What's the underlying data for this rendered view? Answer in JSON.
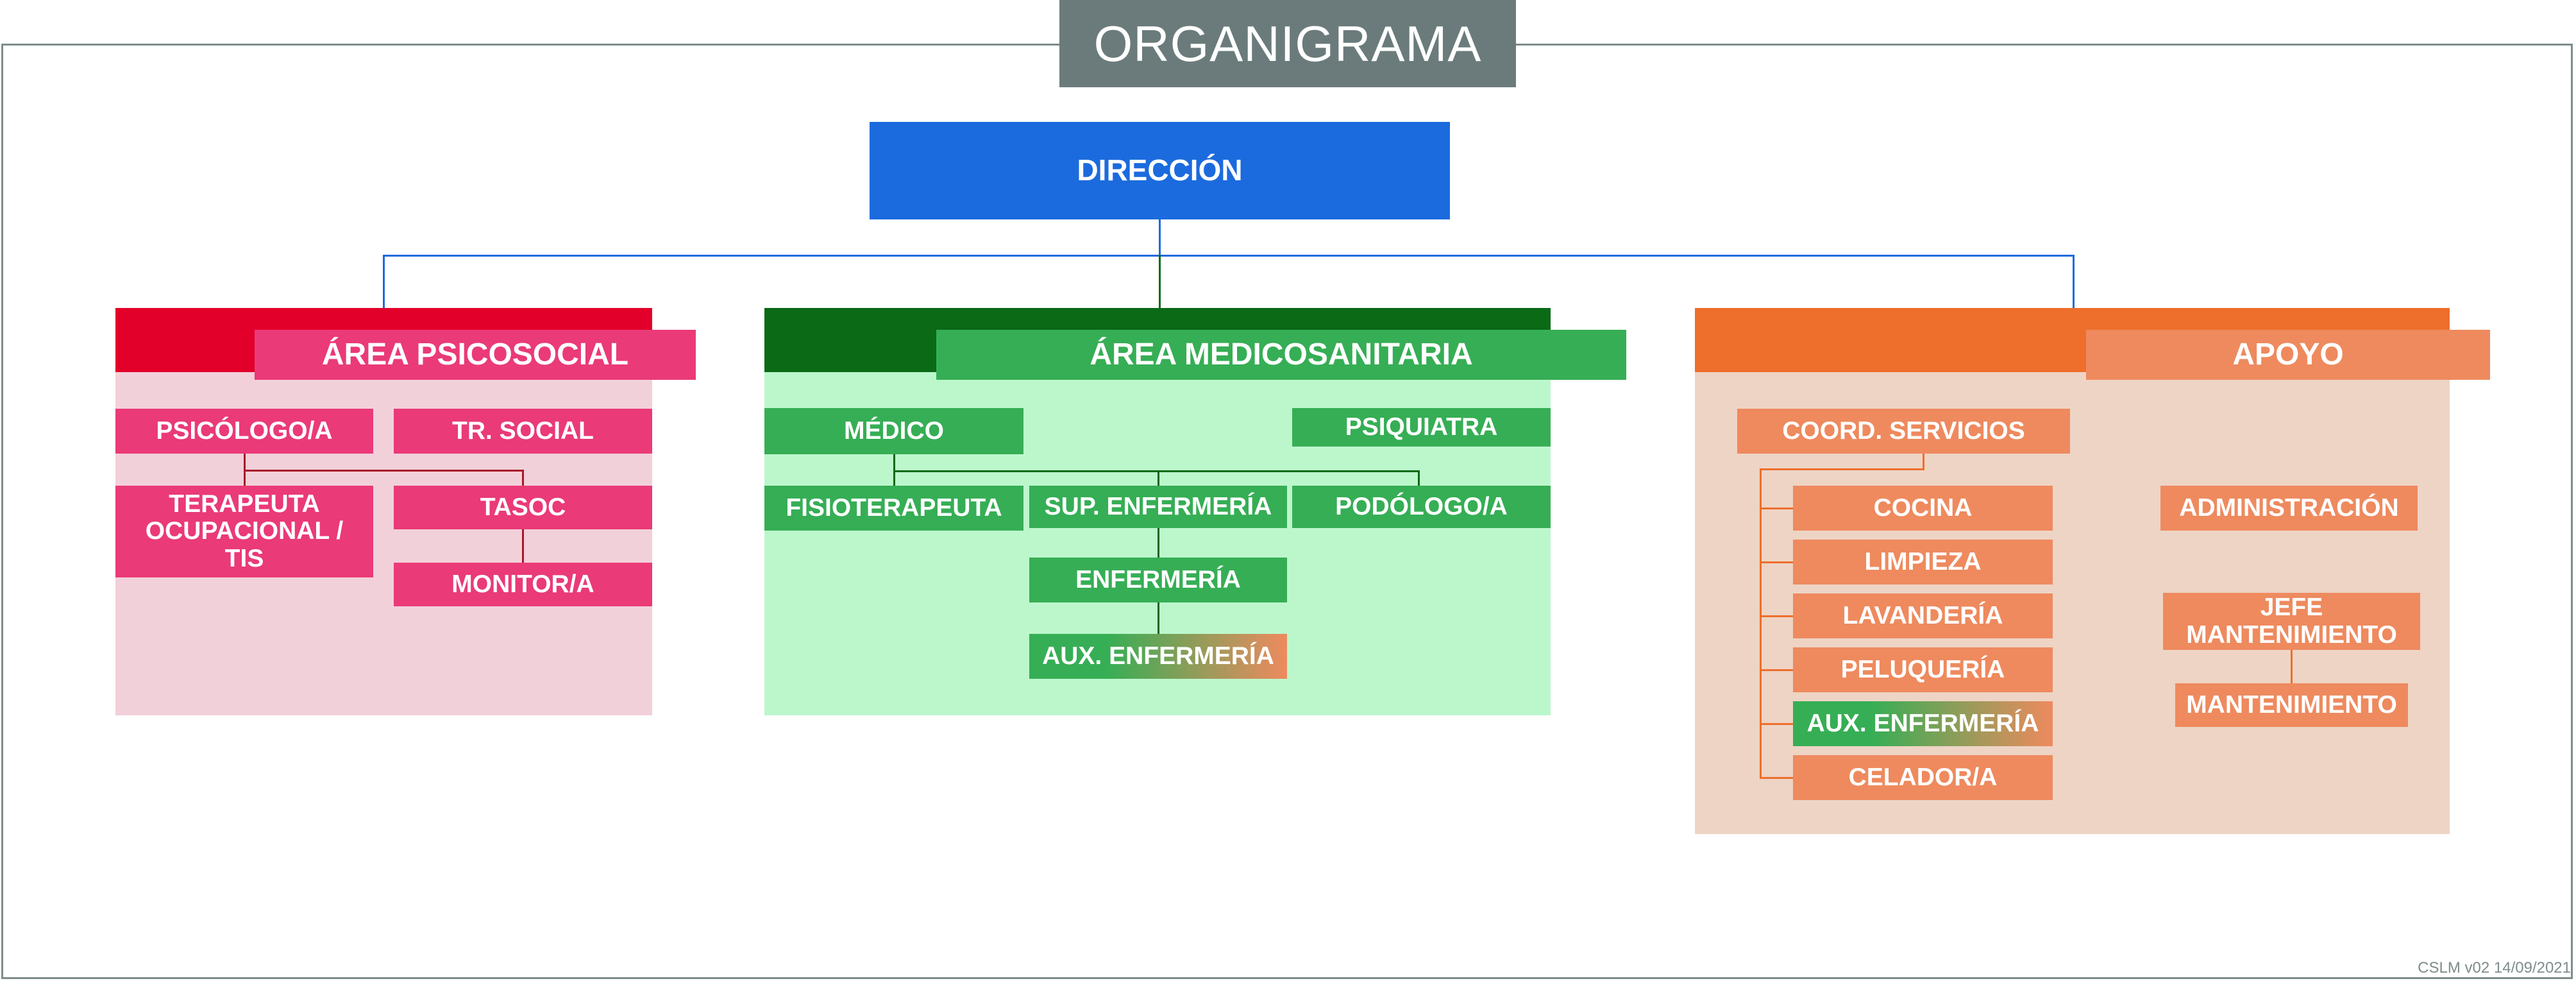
{
  "title": "ORGANIGRAMA",
  "direction": "DIRECCIÓN",
  "psicosocial": {
    "header": "ÁREA PSICOSOCIAL",
    "psicologo": "PSICÓLOGO/A",
    "tr_social": "TR. SOCIAL",
    "terapeuta": "TERAPEUTA OCUPACIONAL / TIS",
    "tasoc": "TASOC",
    "monitor": "MONITOR/A"
  },
  "medicosanitaria": {
    "header": "ÁREA MEDICOSANITARIA",
    "medico": "MÉDICO",
    "psiquiatra": "PSIQUIATRA",
    "fisioterapeuta": "FISIOTERAPEUTA",
    "sup_enfermeria": "SUP. ENFERMERÍA",
    "podologo": "PODÓLOGO/A",
    "enfermeria": "ENFERMERÍA",
    "aux_enfermeria": "AUX. ENFERMERÍA"
  },
  "apoyo": {
    "header": "APOYO",
    "coord": "COORD. SERVICIOS",
    "cocina": "COCINA",
    "limpieza": "LIMPIEZA",
    "lavanderia": "LAVANDERÍA",
    "peluqueria": "PELUQUERÍA",
    "aux_enfermeria": "AUX. ENFERMERÍA",
    "celador": "CELADOR/A",
    "administracion": "ADMINISTRACIÓN",
    "jefe_mantenimiento": "JEFE MANTENIMIENTO",
    "mantenimiento": "MANTENIMIENTO"
  },
  "footer": "CSLM v02 14/09/2021",
  "colors": {
    "direction": "#1b6bde",
    "psicosocial": "#ea3a78",
    "medicosanitaria": "#36ae55",
    "apoyo": "#ee8a5e",
    "title_bg": "#6b7b7b"
  }
}
